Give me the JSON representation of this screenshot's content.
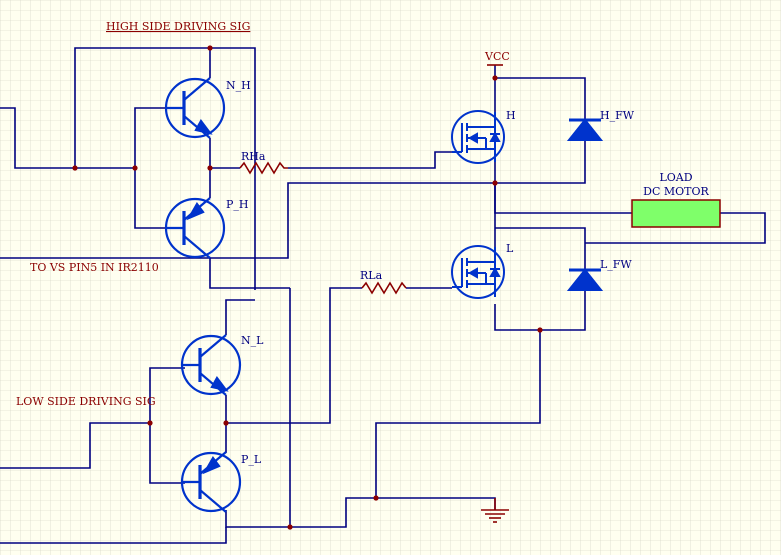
{
  "colors": {
    "background": "#fffff0",
    "grid": "#cfcfbf",
    "wire": "#000080",
    "component": "#0033cc",
    "label": "#8b0000",
    "motor_fill": "#7fff6a",
    "motor_stroke": "#8b0000",
    "ground": "#8b0000"
  },
  "labels": {
    "high_side_sig": "HIGH SIDE DRIVING SIG",
    "low_side_sig": "LOW SIDE DRIVING SIG",
    "to_vs": "TO VS PIN5 IN IR2110",
    "vcc": "VCC",
    "load_line1": "LOAD",
    "load_line2": "DC MOTOR"
  },
  "components": {
    "n_h": "N_H",
    "p_h": "P_H",
    "n_l": "N_L",
    "p_l": "P_L",
    "mosfet_h": "H",
    "mosfet_l": "L",
    "diode_h": "H_FW",
    "diode_l": "L_FW",
    "rha": "RHa",
    "rla": "RLa"
  },
  "icons": {
    "npn": "npn-transistor-icon",
    "pnp": "pnp-transistor-icon",
    "nmos": "n-mosfet-icon",
    "diode": "diode-icon",
    "resistor": "resistor-icon",
    "ground": "ground-icon",
    "motor": "motor-icon"
  }
}
